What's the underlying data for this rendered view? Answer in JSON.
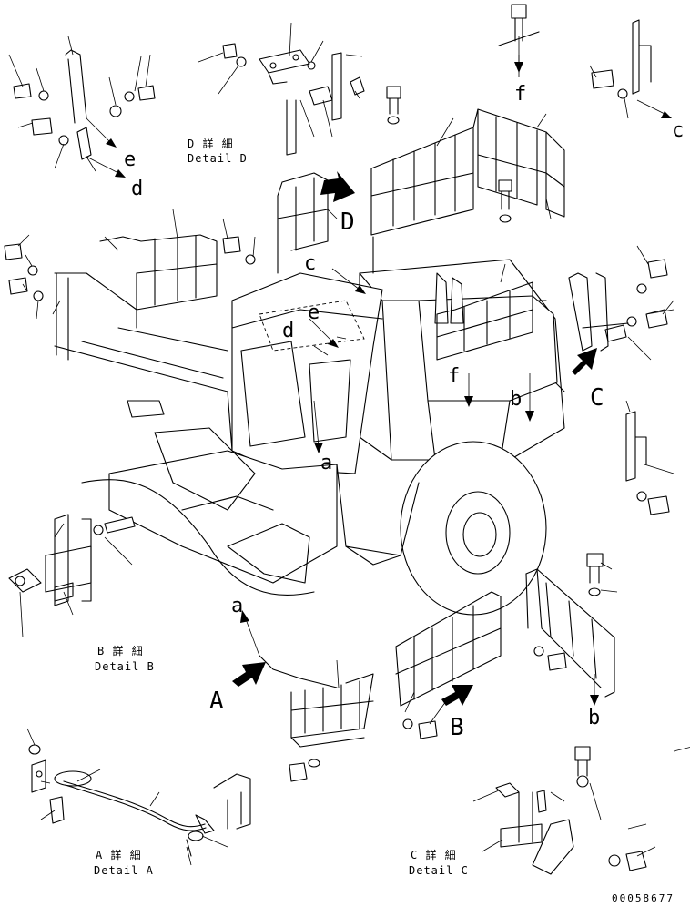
{
  "callouts": {
    "A": "A",
    "B": "B",
    "C": "C",
    "D": "D",
    "a": "a",
    "b": "b",
    "c": "c",
    "d": "d",
    "e": "e",
    "f": "f"
  },
  "details": {
    "A_jp": "A 詳 細",
    "A_en": "Detail A",
    "B_jp": "B 詳 細",
    "B_en": "Detail B",
    "C_jp": "C 詳 細",
    "C_en": "Detail C",
    "D_jp": "D 詳 細",
    "D_en": "Detail D"
  },
  "drawing_number": "00058677"
}
